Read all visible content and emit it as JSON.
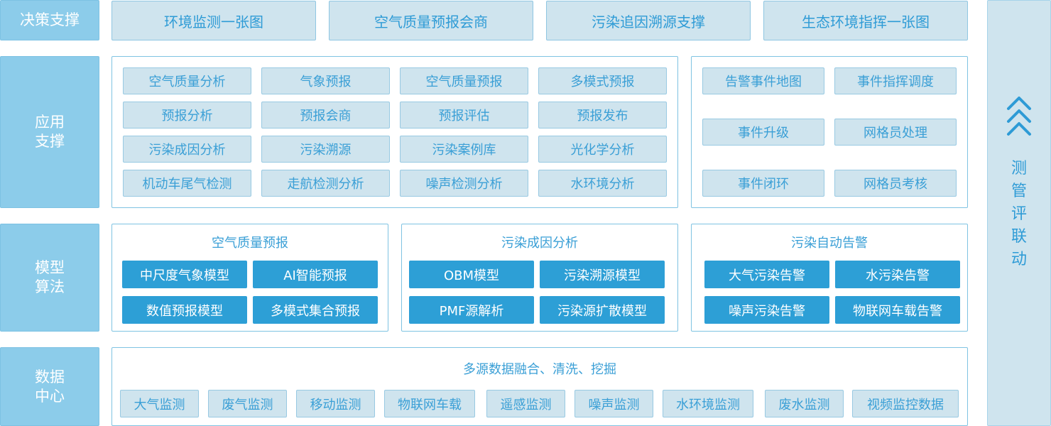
{
  "layers": {
    "decision": "决策支撑",
    "application": "应用\n支撑",
    "model": "模型\n算法",
    "data": "数据\n中心"
  },
  "decision_items": [
    "环境监测一张图",
    "空气质量预报会商",
    "污染追因溯源支撑",
    "生态环境指挥一张图"
  ],
  "app_left_items": [
    "空气质量分析",
    "气象预报",
    "空气质量预报",
    "多模式预报",
    "预报分析",
    "预报会商",
    "预报评估",
    "预报发布",
    "污染成因分析",
    "污染溯源",
    "污染案例库",
    "光化学分析",
    "机动车尾气检测",
    "走航检测分析",
    "噪声检测分析",
    "水环境分析"
  ],
  "app_right_items": [
    "告警事件地图",
    "事件指挥调度",
    "事件升级",
    "网格员处理",
    "事件闭环",
    "网格员考核"
  ],
  "model_groups": [
    {
      "title": "空气质量预报",
      "items": [
        "中尺度气象模型",
        "AI智能预报",
        "数值预报模型",
        "多模式集合预报"
      ]
    },
    {
      "title": "污染成因分析",
      "items": [
        "OBM模型",
        "污染溯源模型",
        "PMF源解析",
        "污染源扩散模型"
      ]
    },
    {
      "title": "污染自动告警",
      "items": [
        "大气污染告警",
        "水污染告警",
        "噪声污染告警",
        "物联网车载告警"
      ]
    }
  ],
  "data_center": {
    "title": "多源数据融合、清洗、挖掘",
    "items": [
      "大气监测",
      "废气监测",
      "移动监测",
      "物联网车载",
      "遥感监测",
      "噪声监测",
      "水环境监测",
      "废水监测",
      "视频监控数据"
    ]
  },
  "side": {
    "icon": "chevron-up-icon",
    "label": "测\n管\n评\n联\n动"
  },
  "colors": {
    "label_bg": "#8cccea",
    "box_bg": "#cfe4ee",
    "accent": "#2d9fd6",
    "text": "#3a9fd6"
  }
}
